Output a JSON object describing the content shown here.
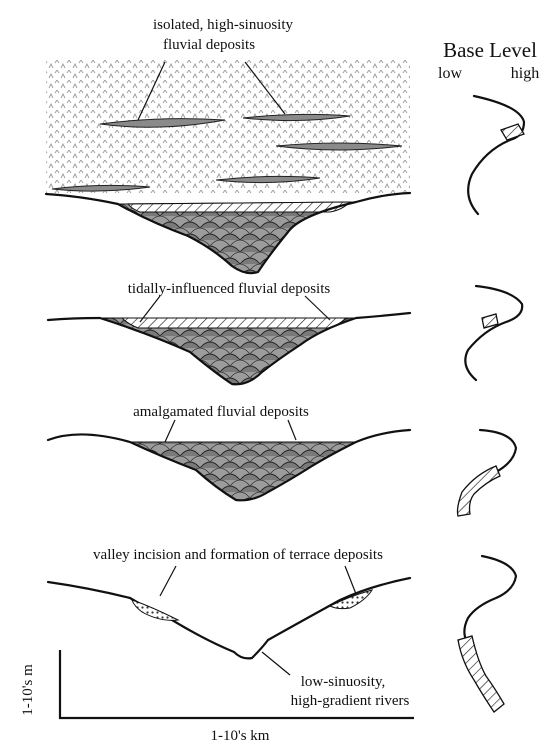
{
  "labels": {
    "isolated_line1": "isolated, high-sinuosity",
    "isolated_line2": "fluvial deposits",
    "tidally": "tidally-influenced fluvial deposits",
    "amalgamated": "amalgamated fluvial deposits",
    "valley": "valley incision and formation of terrace deposits",
    "low_sinuosity_line1": "low-sinuosity,",
    "low_sinuosity_line2": "high-gradient rivers"
  },
  "base_level": {
    "title": "Base Level",
    "low": "low",
    "high": "high"
  },
  "scale_bar": {
    "vertical": "1-10's m",
    "horizontal": "1-10's km"
  }
}
